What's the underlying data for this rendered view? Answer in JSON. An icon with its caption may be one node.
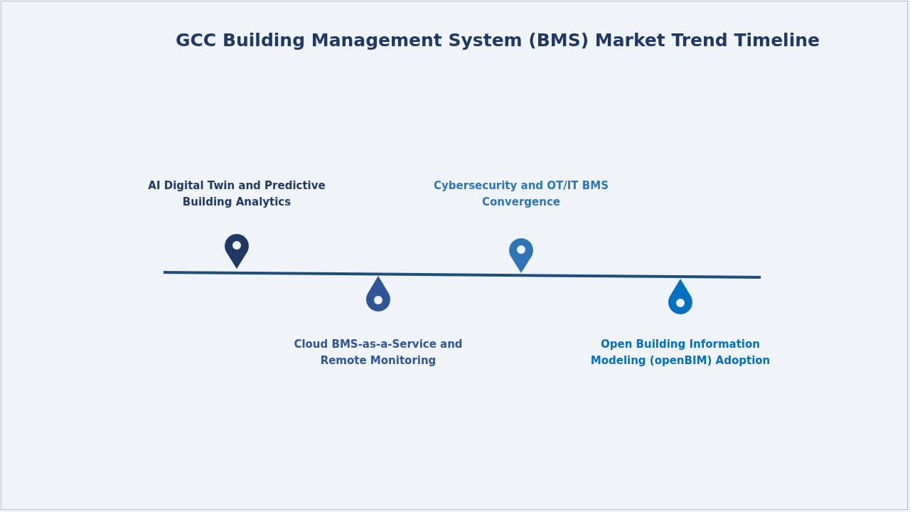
{
  "diagram": {
    "title": "GCC Building Management System (BMS) Market Trend Timeline",
    "labels": [
      "AI Digital Twin and Predictive Building Analytics",
      "Cybersecurity and OT/IT BMS Convergence",
      "Cloud BMS-as-a-Service and Remote Monitoring",
      "Open Building Information Modeling (openBIM) Adoption"
    ]
  }
}
